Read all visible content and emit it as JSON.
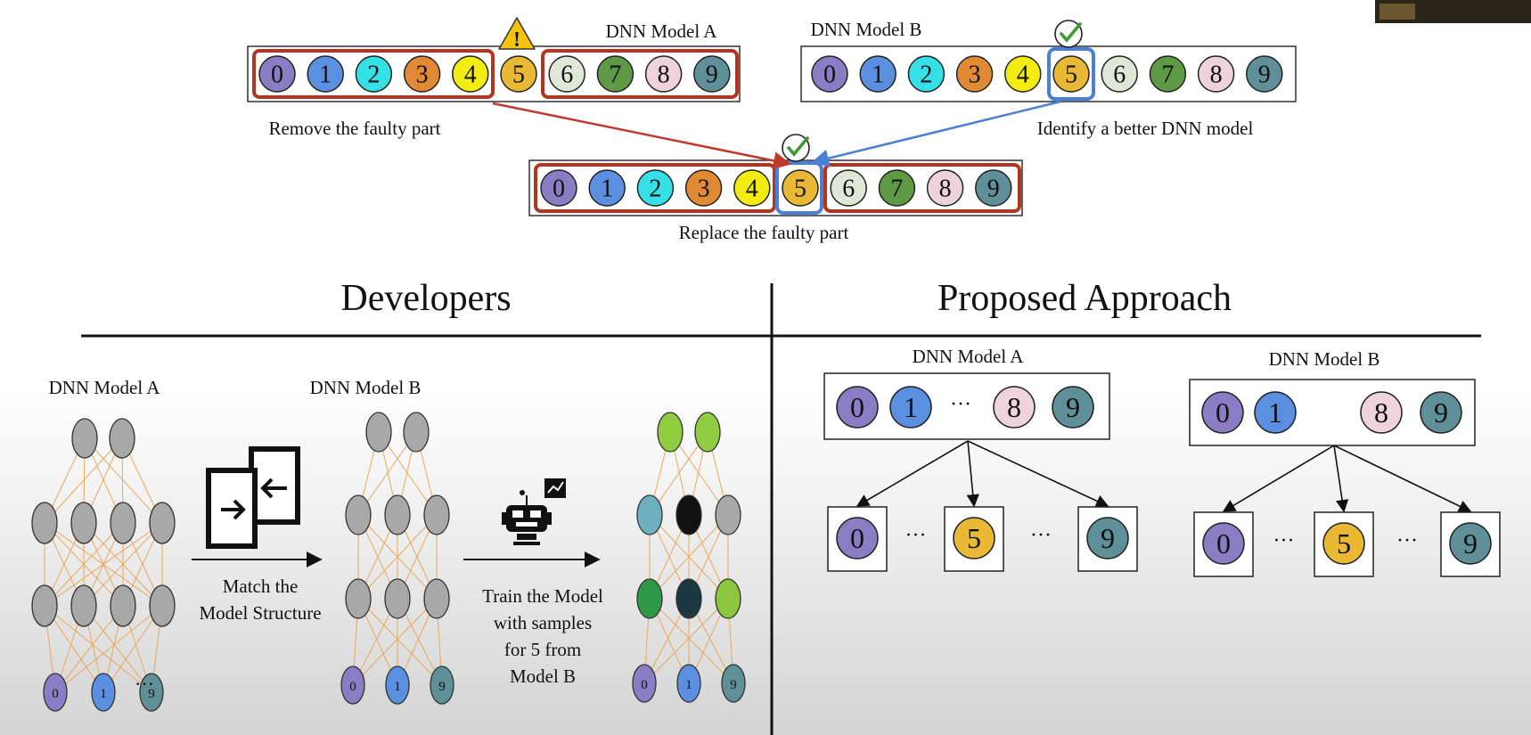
{
  "colors": {
    "0": "#8a7dc4",
    "1": "#5b8fe0",
    "2": "#35e0e6",
    "3": "#e08a35",
    "4": "#f3ec12",
    "5": "#e9b936",
    "6": "#dfe8d6",
    "7": "#5e9a45",
    "8": "#efd3dc",
    "9": "#5f8f99",
    "faulty": "#b5341e",
    "better": "#4a80d6",
    "warning": "#f6c20e",
    "check": "#3a9a2e"
  },
  "top": {
    "model_a_title": "DNN Model A",
    "model_b_title": "DNN Model B",
    "digits": [
      "0",
      "1",
      "2",
      "3",
      "4",
      "5",
      "6",
      "7",
      "8",
      "9"
    ],
    "caption_remove": "Remove the faulty part",
    "caption_identify": "Identify a better DNN model",
    "caption_replace": "Replace the faulty part",
    "warning_symbol": "!",
    "warning_icon": "warning-triangle-icon",
    "check_icon": "checkmark-icon"
  },
  "developers": {
    "heading": "Developers",
    "model_a_label": "DNN Model A",
    "model_b_label": "DNN Model B",
    "match_label_line1": "Match the",
    "match_label_line2": "Model Structure",
    "train_label_line1": "Train the Model",
    "train_label_line2": "with samples",
    "train_label_line3": "for 5 from",
    "train_label_line4": "Model B",
    "output_digits": [
      "0",
      "1",
      "9"
    ],
    "dots": "···",
    "match_icon": "swap-structure-icon",
    "train_icon": "robot-training-icon"
  },
  "proposed": {
    "heading": "Proposed Approach",
    "model_a_label": "DNN Model A",
    "model_b_label": "DNN Model B",
    "root_digits": [
      "0",
      "1",
      "8",
      "9"
    ],
    "leaf_digits": [
      "0",
      "5",
      "9"
    ],
    "dots": "···"
  }
}
